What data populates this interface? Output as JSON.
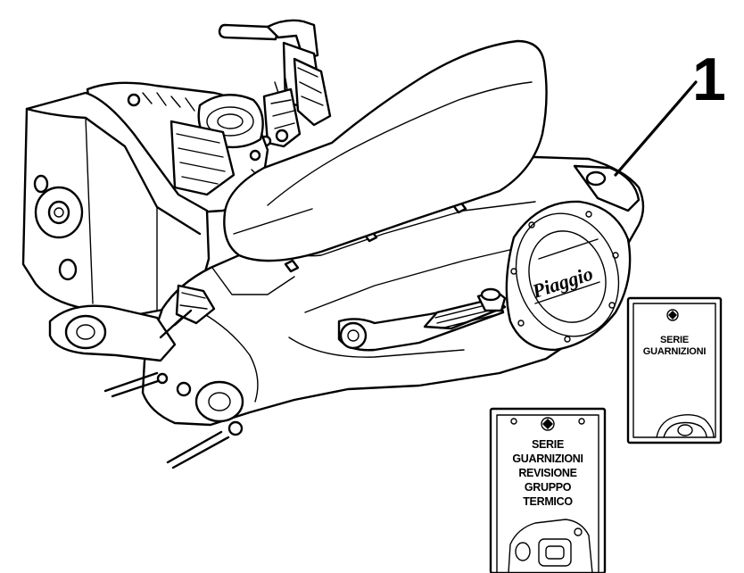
{
  "callout": {
    "number": "1"
  },
  "engine": {
    "brand_mark": "Piaggio"
  },
  "card_small": {
    "lines": [
      "SERIE",
      "GUARNIZIONI"
    ]
  },
  "card_large": {
    "lines": [
      "SERIE",
      "GUARNIZIONI",
      "REVISIONE",
      "GRUPPO",
      "TERMICO"
    ]
  },
  "colors": {
    "ink": "#000000",
    "paper": "#ffffff"
  }
}
